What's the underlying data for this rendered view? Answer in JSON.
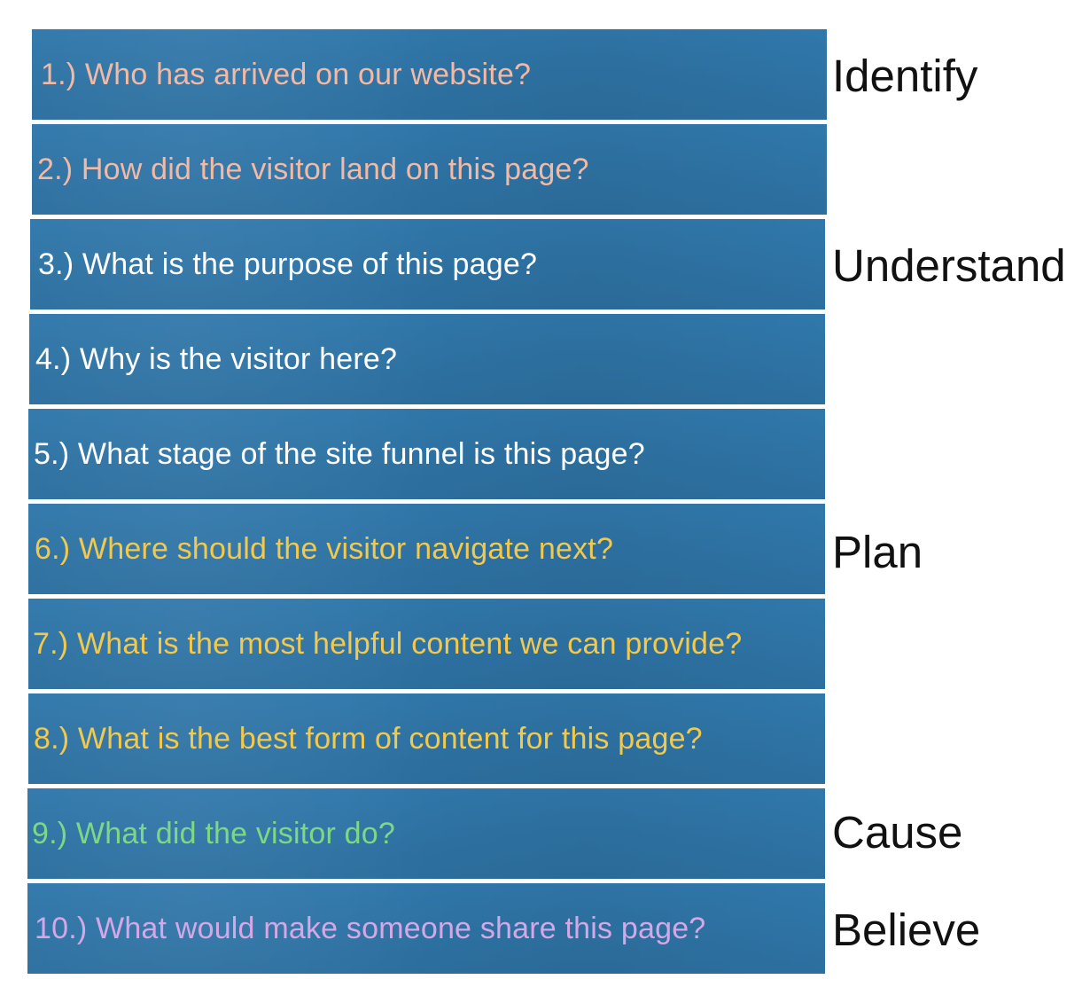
{
  "questions": [
    {
      "text": "1.) Who has arrived on our website?",
      "color": "#f2b9a5"
    },
    {
      "text": "2.) How did the visitor land on this page?",
      "color": "#f2b9a5"
    },
    {
      "text": "3.) What is the purpose of this page?",
      "color": "#ffffff"
    },
    {
      "text": "4.) Why is the visitor here?",
      "color": "#ffffff"
    },
    {
      "text": "5.) What stage of the site funnel is this page?",
      "color": "#ffffff"
    },
    {
      "text": "6.) Where should the visitor navigate next?",
      "color": "#f2c94c"
    },
    {
      "text": "7.) What is the most helpful content we can provide?",
      "color": "#f2c94c"
    },
    {
      "text": "8.) What is the best form of content for this page?",
      "color": "#f2c94c"
    },
    {
      "text": "9.) What did the visitor do?",
      "color": "#7dd886"
    },
    {
      "text": "10.) What would make someone share this page?",
      "color": "#d4a8e6"
    }
  ],
  "stages": {
    "identify": "Identify",
    "understand": "Understand",
    "plan": "Plan",
    "cause": "Cause",
    "believe": "Believe"
  },
  "colors": {
    "row_background": "#2f74a6",
    "label_text": "#111111",
    "page_background": "#ffffff"
  }
}
